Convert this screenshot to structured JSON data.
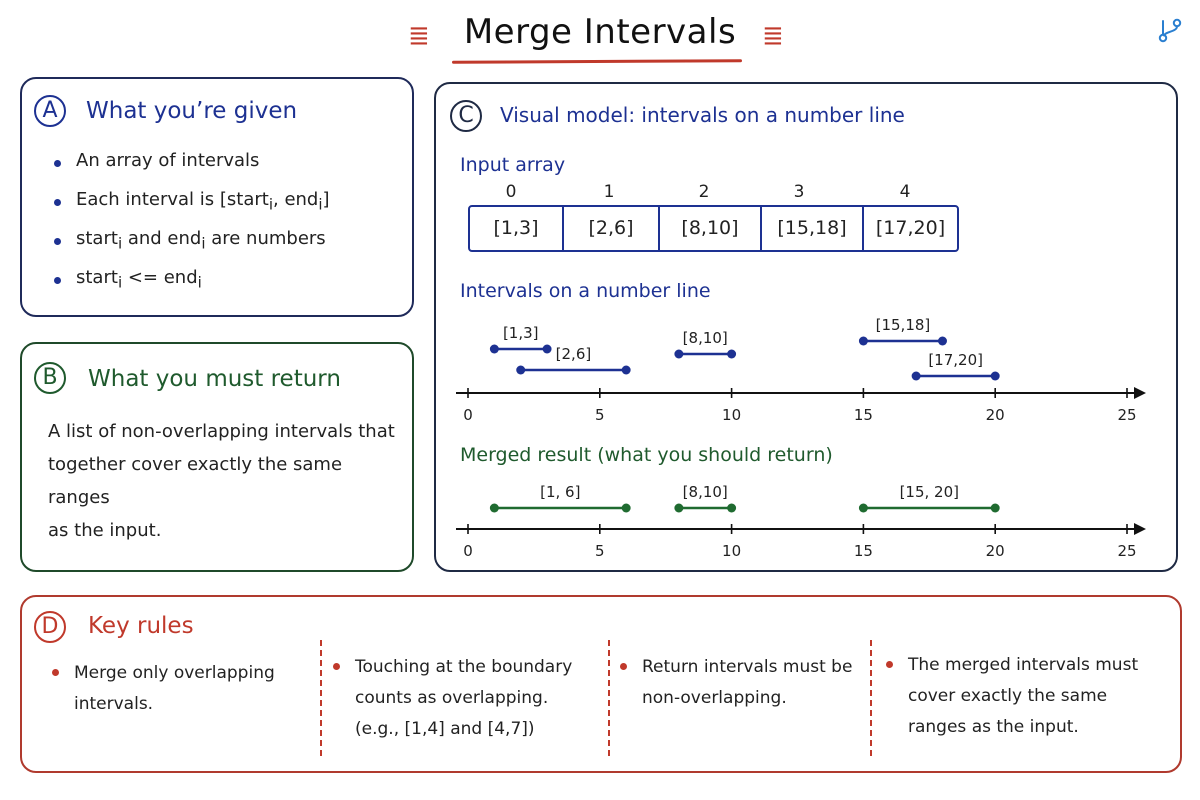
{
  "title": "Merge Intervals",
  "panel_a": {
    "badge": "A",
    "heading": "What you’re given",
    "items": [
      {
        "text": "An array of intervals"
      },
      {
        "prefix": "Each interval is [start",
        "sub1": "i",
        "mid": ", end",
        "sub2": "i",
        "suffix": "]"
      },
      {
        "prefix": "start",
        "sub1": "i",
        "mid": " and end",
        "sub2": "i",
        "suffix": " are numbers"
      },
      {
        "prefix": "start",
        "sub1": "i",
        "mid": " <= end",
        "sub2": "i",
        "suffix": ""
      }
    ]
  },
  "panel_b": {
    "badge": "B",
    "heading": "What you must return",
    "lines": [
      "A list of non-overlapping intervals that",
      "together cover exactly the same ranges",
      "as the input."
    ]
  },
  "panel_c": {
    "badge": "C",
    "heading": "Visual model: intervals on a number line",
    "input_label": "Input array",
    "indices": [
      "0",
      "1",
      "2",
      "3",
      "4"
    ],
    "cells": [
      "[1,3]",
      "[2,6]",
      "[8,10]",
      "[15,18]",
      "[17,20]"
    ],
    "number_line_label": "Intervals on a number line",
    "merged_label": "Merged result (what you should return)"
  },
  "chart_data": [
    {
      "type": "diagram",
      "name": "intervals",
      "axis": {
        "min": 0,
        "max": 25,
        "ticks": [
          0,
          5,
          10,
          15,
          20,
          25
        ]
      },
      "intervals": [
        {
          "start": 1,
          "end": 3,
          "label": "[1,3]"
        },
        {
          "start": 2,
          "end": 6,
          "label": "[2,6]"
        },
        {
          "start": 8,
          "end": 10,
          "label": "[8,10]"
        },
        {
          "start": 15,
          "end": 18,
          "label": "[15,18]"
        },
        {
          "start": 17,
          "end": 20,
          "label": "[17,20]"
        }
      ],
      "color": "#1d3192"
    },
    {
      "type": "diagram",
      "name": "merged",
      "axis": {
        "min": 0,
        "max": 25,
        "ticks": [
          0,
          5,
          10,
          15,
          20,
          25
        ]
      },
      "intervals": [
        {
          "start": 1,
          "end": 6,
          "label": "[1, 6]"
        },
        {
          "start": 8,
          "end": 10,
          "label": "[8,10]"
        },
        {
          "start": 15,
          "end": 20,
          "label": "[15, 20]"
        }
      ],
      "color": "#1f6b30"
    }
  ],
  "panel_d": {
    "badge": "D",
    "heading": "Key rules",
    "rules": [
      [
        "Merge only overlapping",
        "intervals."
      ],
      [
        "Touching at the boundary",
        "counts as overlapping.",
        "(e.g., [1,4] and [4,7])"
      ],
      [
        "Return intervals must be",
        "non-overlapping."
      ],
      [
        "The merged intervals must",
        "cover exactly the same",
        "ranges as the input."
      ]
    ]
  },
  "colors": {
    "blue": "#1d3192",
    "green": "#1f5a2d",
    "red": "#c0392b",
    "merged_green": "#1f6b30"
  },
  "icons": {
    "corner": "git-branch-icon"
  }
}
